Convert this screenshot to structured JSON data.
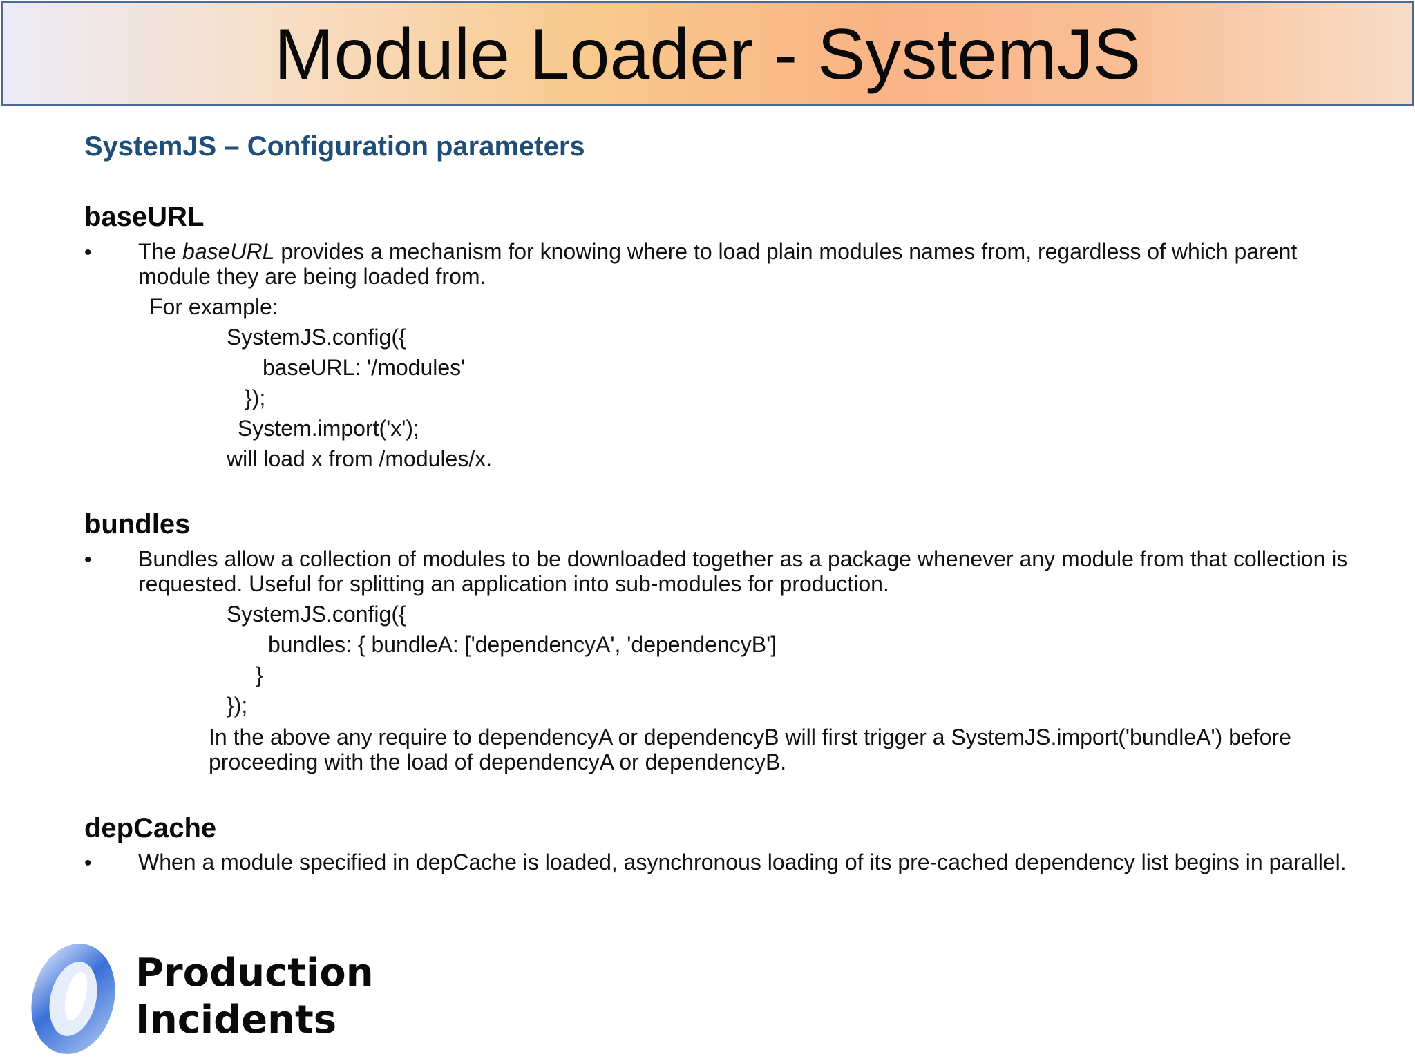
{
  "slide": {
    "title": "Module Loader - SystemJS",
    "subtitle": "SystemJS – Configuration parameters"
  },
  "sections": {
    "baseurl": {
      "heading": "baseURL",
      "bullet": "•",
      "desc_pre": "The ",
      "desc_em": "baseURL",
      "desc_post": " provides a mechanism for knowing where to load plain modules names from, regardless of which parent module they are being loaded from.",
      "example_label": "For example:",
      "code": [
        "SystemJS.config({",
        "baseURL: '/modules'",
        "});",
        "System.import('x');",
        "will load x from /modules/x."
      ]
    },
    "bundles": {
      "heading": "bundles",
      "bullet": "•",
      "desc": "Bundles allow a collection of modules to be downloaded together as a package whenever any module from that collection is requested. Useful for splitting an application into sub-modules for production.",
      "code": [
        "SystemJS.config({",
        "bundles: { bundleA: ['dependencyA', 'dependencyB']",
        "}",
        "});"
      ],
      "note": "In the above any require to dependencyA or dependencyB will first trigger a SystemJS.import('bundleA') before proceeding with the load of dependencyA or dependencyB."
    },
    "depcache": {
      "heading": "depCache",
      "bullet": "•",
      "desc": "When a module specified in depCache is loaded, asynchronous loading of its pre-cached dependency list begins in parallel."
    }
  },
  "logo": {
    "icon": "blue-ring-logo-icon",
    "line1": "Production",
    "line2": "Incidents"
  },
  "colors": {
    "subtitle": "#1f4e79",
    "title_border": "#4a6a9a",
    "logo_ring": "#3a6fd8"
  }
}
